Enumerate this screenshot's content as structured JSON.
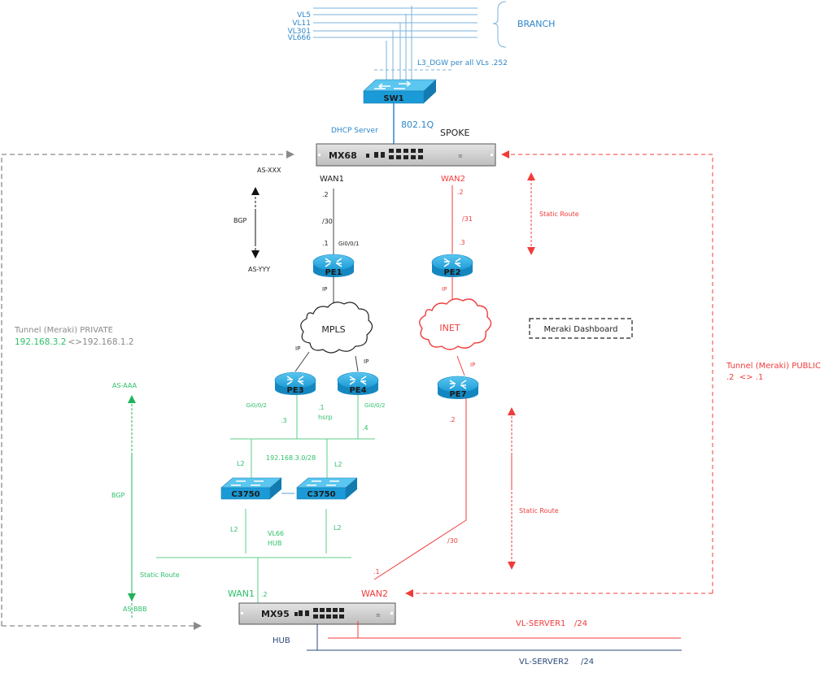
{
  "colors": {
    "branch_blue": "#2f86c8",
    "mpls_black": "#222222",
    "inet_red": "#f03c3c",
    "hub_green": "#2ec06a",
    "tunnel_grey": "#8a8a8a",
    "server_navy": "#2d4a7a",
    "device_blue": "#1a9ad6"
  },
  "branch": {
    "vlans": [
      "VL5",
      "VL11",
      "VL301",
      "VL666"
    ],
    "label": "BRANCH",
    "dgw_label": "L3_DGW per all VLs .252"
  },
  "devices": {
    "sw1": "SW1",
    "mx68": "MX68",
    "pe1": "PE1",
    "pe2": "PE2",
    "pe3": "PE3",
    "pe4": "PE4",
    "pe7": "PE7",
    "c3750_a": "C3750",
    "c3750_b": "C3750",
    "mx95": "MX95"
  },
  "spoke": {
    "dhcp_label": "DHCP Server",
    "trunk_label": "802.1Q",
    "role_label": "SPOKE",
    "wan1_label": "WAN1",
    "wan2_label": "WAN2",
    "wan1_mx_ip": ".2",
    "wan1_subnet": "/30",
    "wan1_pe_ip": ".1",
    "pe1_intf": "Gi0/0/1",
    "wan2_mx_ip": ".2",
    "wan2_subnet": "/31",
    "wan2_pe_ip": ".3",
    "bgp_top_as": "AS-XXX",
    "bgp_label": "BGP",
    "bgp_bottom_as": "AS-YYY",
    "static_route_label": "Static Route"
  },
  "clouds": {
    "mpls": "MPLS",
    "inet": "INET",
    "ip_label": "IP"
  },
  "dashboard": {
    "label": "Meraki Dashboard"
  },
  "tunnels": {
    "private_title": "Tunnel (Meraki) PRIVATE",
    "private_local": "192.168.3.2",
    "private_sep": "<>",
    "private_remote": "192.168.1.2",
    "public_title": "Tunnel (Meraki) PUBLIC",
    "public_ips": ".2  <> .1"
  },
  "hub": {
    "pe3_intf": "Gi0/0/2",
    "pe4_intf": "Gi0/0/2",
    "pe3_ip": ".3",
    "pe4_ip": ".4",
    "hsrp_ip": ".1",
    "hsrp_label": "hsrp",
    "subnet": "192.168.3.0/28",
    "l2": "L2",
    "vlan": "VL66",
    "vlan_role": "HUB",
    "bgp_top_as": "AS-AAA",
    "bgp_label": "BGP",
    "static_route_label": "Static Route",
    "bgp_bottom_as": "AS-BBB",
    "wan1_label": "WAN1",
    "wan1_ip": ".2",
    "wan2_label": "WAN2",
    "wan2_ip": ".1",
    "pe7_ip": ".2",
    "wan2_subnet": "/30",
    "inet_static_label": "Static Route",
    "role_label": "HUB"
  },
  "servers": {
    "vl1": "VL-SERVER1",
    "vl1_mask": "/24",
    "vl2": "VL-SERVER2",
    "vl2_mask": "/24"
  }
}
